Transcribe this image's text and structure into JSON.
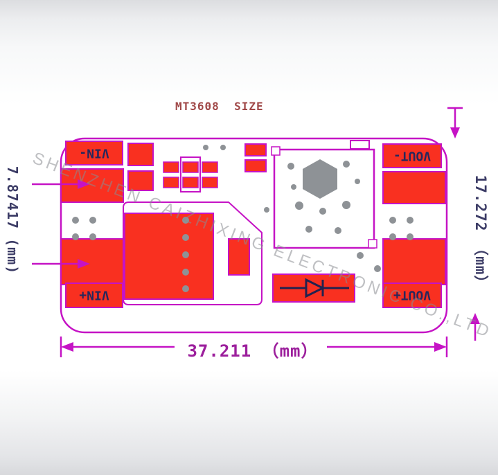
{
  "title": "MT3608  SIZE",
  "watermark": {
    "text": "SHENZHEN CAIZHIXING ELECTRONIC CO.,LTD"
  },
  "board": {
    "pads": {
      "vin_minus": "VIN-",
      "vin_plus": "VIN+",
      "vout_minus": "VOUT-",
      "vout_plus": "VOUT+"
    }
  },
  "dimensions": {
    "left": "7.87417 (mm)",
    "right": "17.272 （mm）",
    "bottom": "37.211 （mm）"
  },
  "colors": {
    "outline_magenta": "#c513c5",
    "pad_red": "#f93020",
    "pad_label_text": "#27275c",
    "title_text": "#a04848",
    "bottom_dimension_text": "#9c1f9c",
    "side_dimension_text": "#3c3c66",
    "via_gray": "#8e9296",
    "watermark_gray": "#8a8c91"
  }
}
